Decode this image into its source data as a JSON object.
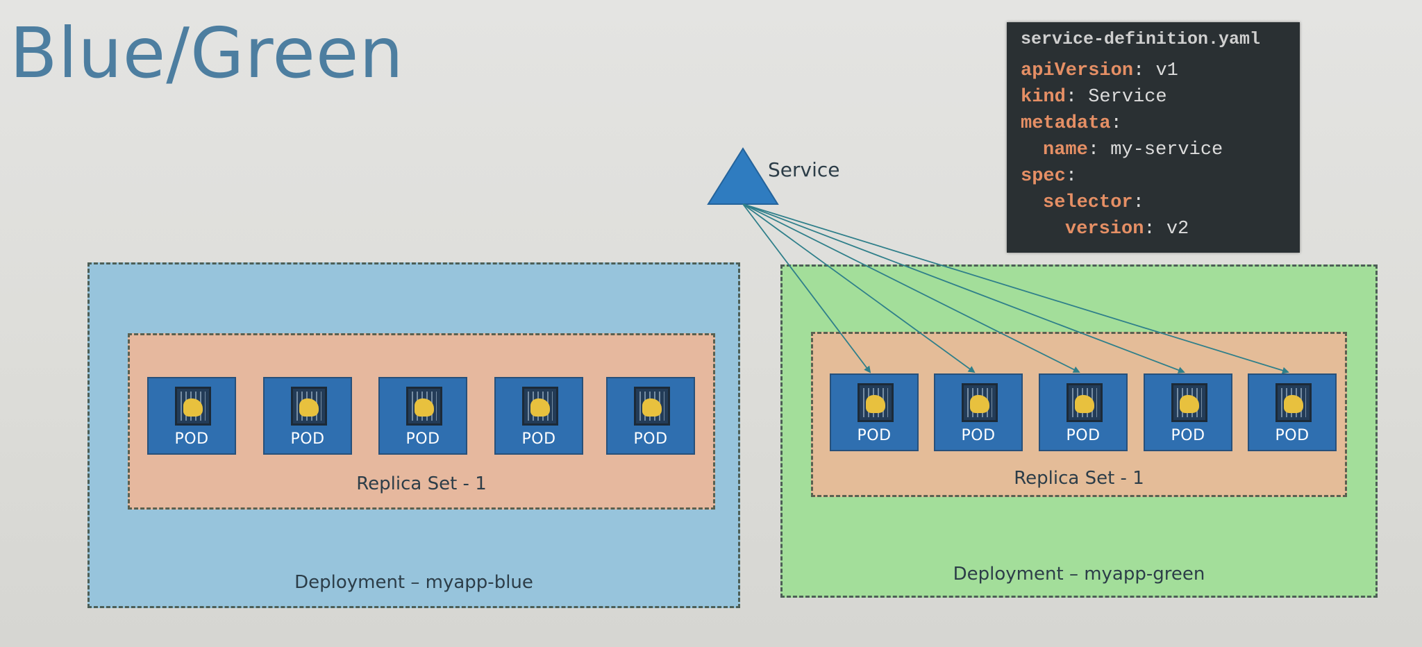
{
  "title": "Blue/Green",
  "yaml": {
    "filename": "service-definition.yaml",
    "lines": [
      {
        "indent": 0,
        "key": "apiVersion",
        "value": "v1"
      },
      {
        "indent": 0,
        "key": "kind",
        "value": "Service"
      },
      {
        "indent": 0,
        "key": "metadata",
        "value": ""
      },
      {
        "indent": 2,
        "key": "name",
        "value": "my-service"
      },
      {
        "indent": 0,
        "key": "spec",
        "value": ""
      },
      {
        "indent": 2,
        "key": "selector",
        "value": ""
      },
      {
        "indent": 4,
        "key": "version",
        "value": "v2"
      }
    ]
  },
  "service": {
    "label": "Service",
    "color": "#2f7cc0"
  },
  "deployments": [
    {
      "label": "Deployment – myapp-blue",
      "color": "#97c4dc",
      "replica_set": {
        "label": "Replica Set - 1",
        "pods": [
          "POD",
          "POD",
          "POD",
          "POD",
          "POD"
        ]
      }
    },
    {
      "label": "Deployment – myapp-green",
      "color": "#a3de9a",
      "replica_set": {
        "label": "Replica Set - 1",
        "pods": [
          "POD",
          "POD",
          "POD",
          "POD",
          "POD"
        ]
      }
    }
  ]
}
